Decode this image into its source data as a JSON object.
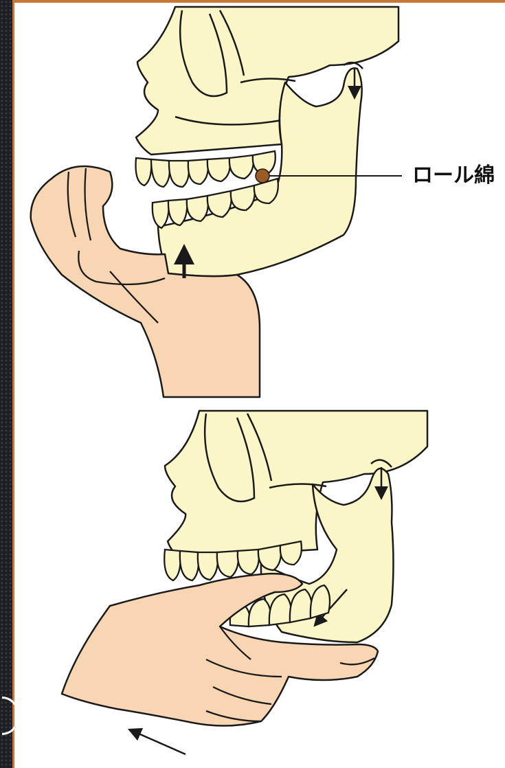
{
  "annotation": {
    "label": "ロール綿"
  },
  "colors": {
    "bone": "#fbf6c8",
    "skin": "#f8d5b3",
    "roll_cotton": "#9b5c24",
    "frame_accent": "#c9783a",
    "outline": "#1a1a1a"
  },
  "icons": [
    "skull-illustration",
    "hand-illustration",
    "arrow-up-icon",
    "arrow-down-icon",
    "arrow-left-icon"
  ]
}
